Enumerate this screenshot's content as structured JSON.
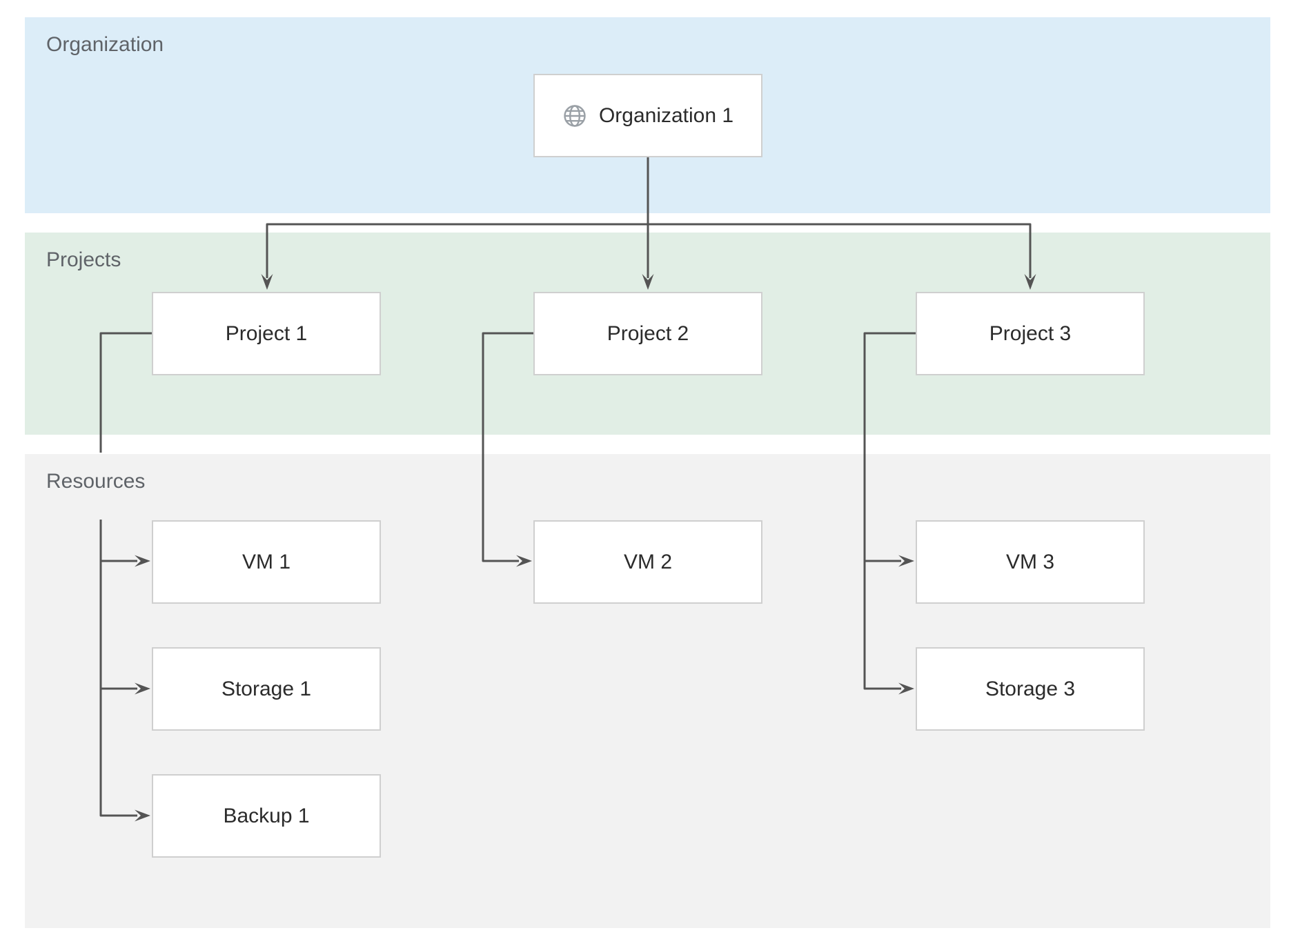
{
  "diagram": {
    "title_hint": "Organization / Projects / Resources hierarchy diagram",
    "bands": [
      {
        "label": "Organization",
        "nodes": [
          "Organization 1"
        ]
      },
      {
        "label": "Projects",
        "nodes": [
          "Project 1",
          "Project 2",
          "Project 3"
        ]
      },
      {
        "label": "Resources",
        "nodes": [
          "VM 1",
          "Storage 1",
          "Backup 1",
          "VM 2",
          "VM 3",
          "Storage 3"
        ]
      }
    ],
    "nodes": {
      "org1": {
        "label": "Organization 1",
        "icon": "globe-icon"
      },
      "project1": {
        "label": "Project 1"
      },
      "project2": {
        "label": "Project 2"
      },
      "project3": {
        "label": "Project 3"
      },
      "vm1": {
        "label": "VM 1"
      },
      "storage1": {
        "label": "Storage 1"
      },
      "backup1": {
        "label": "Backup 1"
      },
      "vm2": {
        "label": "VM 2"
      },
      "vm3": {
        "label": "VM 3"
      },
      "storage3": {
        "label": "Storage 3"
      }
    },
    "edges": [
      {
        "from": "Organization 1",
        "to": "Project 1"
      },
      {
        "from": "Organization 1",
        "to": "Project 2"
      },
      {
        "from": "Organization 1",
        "to": "Project 3"
      },
      {
        "from": "Project 1",
        "to": "VM 1"
      },
      {
        "from": "Project 1",
        "to": "Storage 1"
      },
      {
        "from": "Project 1",
        "to": "Backup 1"
      },
      {
        "from": "Project 2",
        "to": "VM 2"
      },
      {
        "from": "Project 3",
        "to": "VM 3"
      },
      {
        "from": "Project 3",
        "to": "Storage 3"
      }
    ],
    "colors": {
      "band-organization": "#dcedf8",
      "band-projects": "#e1eee5",
      "band-resources": "#f2f2f2",
      "band-label": "#5f6368",
      "node-fill": "#ffffff",
      "node-border": "#cfcfcf",
      "node-text": "#2b2b2b",
      "connector": "#545454",
      "icon": "#9aa0a6"
    }
  }
}
